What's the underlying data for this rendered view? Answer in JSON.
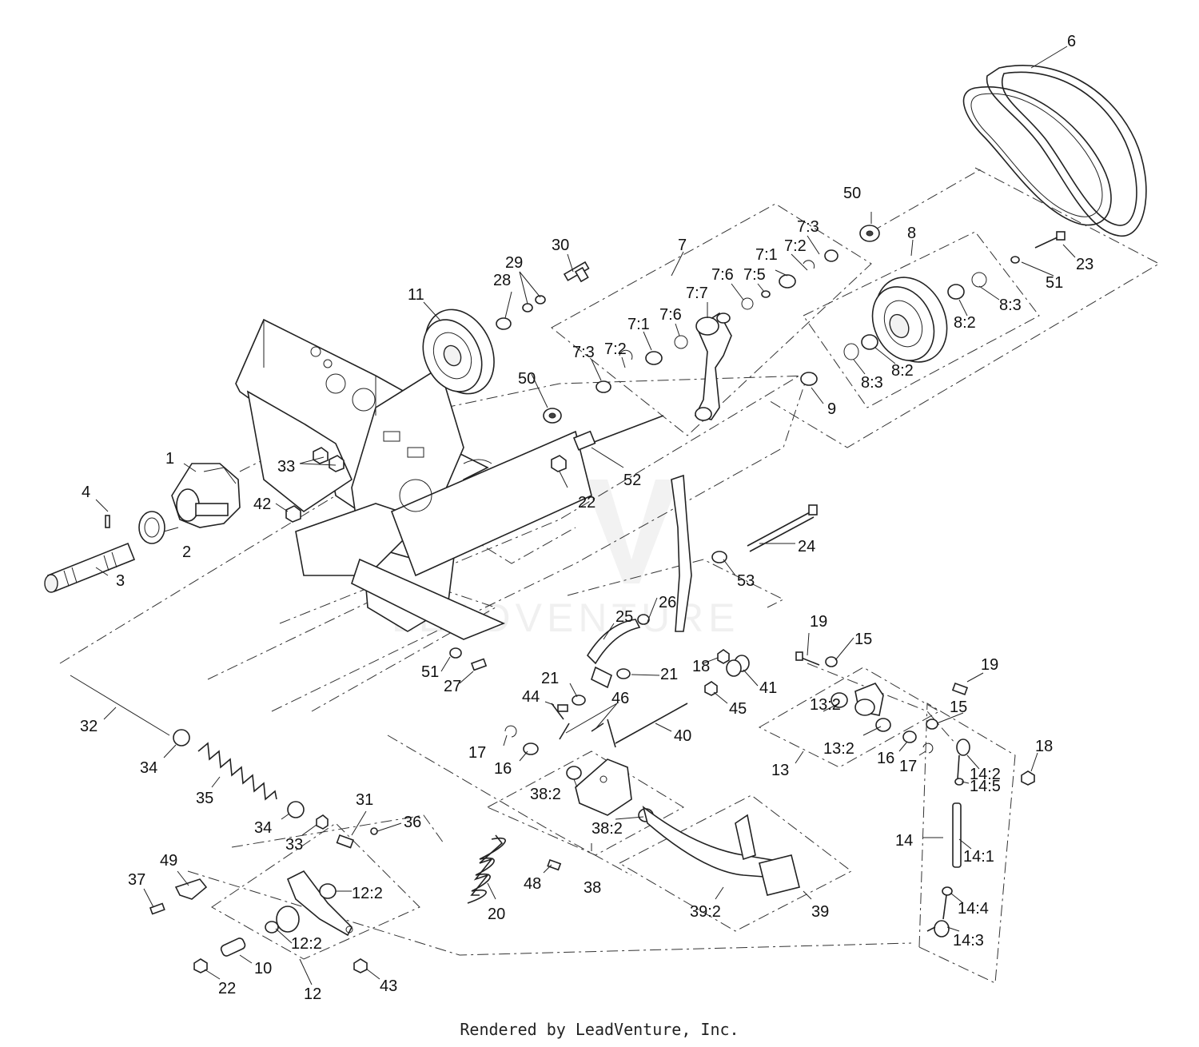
{
  "footer": "Rendered by LeadVenture, Inc.",
  "watermark": "LEADVENTURE",
  "labels": {
    "1": "1",
    "2": "2",
    "3": "3",
    "4": "4",
    "6": "6",
    "7": "7",
    "8": "8",
    "9": "9",
    "10": "10",
    "11": "11",
    "12": "12",
    "13": "13",
    "14": "14",
    "15": "15",
    "16": "16",
    "17": "17",
    "18": "18",
    "19": "19",
    "20": "20",
    "21": "21",
    "22": "22",
    "23": "23",
    "24": "24",
    "25": "25",
    "26": "26",
    "27": "27",
    "28": "28",
    "29": "29",
    "30": "30",
    "31": "31",
    "32": "32",
    "33": "33",
    "34": "34",
    "35": "35",
    "36": "36",
    "37": "37",
    "38": "38",
    "39": "39",
    "40": "40",
    "41": "41",
    "42": "42",
    "43": "43",
    "44": "44",
    "45": "45",
    "46": "46",
    "48": "48",
    "49": "49",
    "50": "50",
    "51": "51",
    "52": "52",
    "53": "53",
    "7_1": "7:1",
    "7_2": "7:2",
    "7_3": "7:3",
    "7_5": "7:5",
    "7_6": "7:6",
    "7_7": "7:7",
    "8_2": "8:2",
    "8_3": "8:3",
    "12_2": "12:2",
    "13_2": "13:2",
    "14_1": "14:1",
    "14_2": "14:2",
    "14_3": "14:3",
    "14_4": "14:4",
    "14_5": "14:5",
    "38_2": "38:2",
    "39_2": "39:2"
  }
}
